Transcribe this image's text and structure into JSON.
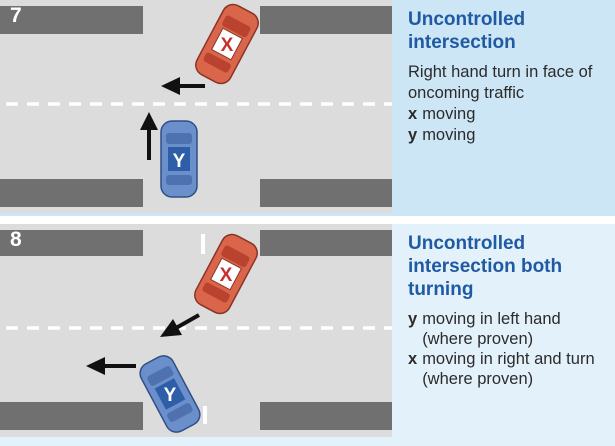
{
  "panels": [
    {
      "number": "7",
      "title": "Uncontrolled intersection",
      "description": "Right hand turn in face of oncoming traffic",
      "items": [
        {
          "key": "x",
          "text": "moving"
        },
        {
          "key": "y",
          "text": "moving"
        }
      ],
      "cars": [
        {
          "label": "X",
          "color": "#d9654a"
        },
        {
          "label": "Y",
          "color": "#6a8fcb"
        }
      ]
    },
    {
      "number": "8",
      "title": "Uncontrolled intersection both turning",
      "items": [
        {
          "key": "y",
          "text": "moving in left hand (where proven)"
        },
        {
          "key": "x",
          "text": "moving in right and turn (where proven)"
        }
      ],
      "cars": [
        {
          "label": "X",
          "color": "#d9654a"
        },
        {
          "label": "Y",
          "color": "#6a8fcb"
        }
      ]
    }
  ],
  "colors": {
    "road": "#dcdcdc",
    "curb": "#707070",
    "lane_marking": "#ffffff",
    "title": "#1f5aa3",
    "arrow": "#111111"
  }
}
